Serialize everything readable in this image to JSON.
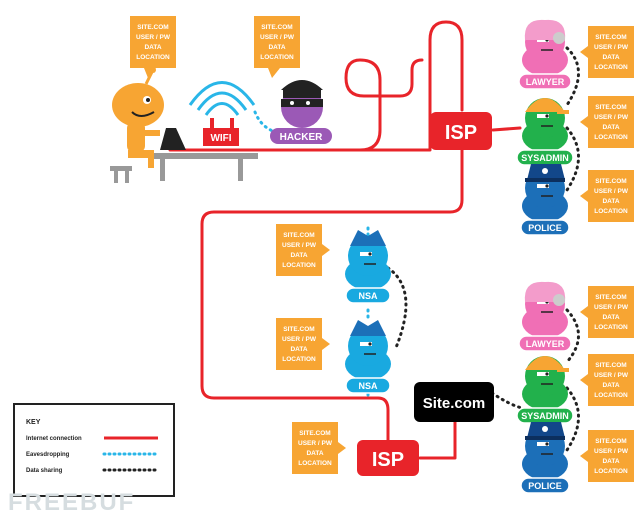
{
  "callout_lines": [
    "SITE.COM",
    "USER / PW",
    "DATA",
    "LOCATION"
  ],
  "callouts": [
    {
      "id": "user-callout"
    },
    {
      "id": "hacker-callout"
    },
    {
      "id": "lawyer-top-callout"
    },
    {
      "id": "sysadmin-top-callout"
    },
    {
      "id": "police-top-callout"
    },
    {
      "id": "nsa-top-callout"
    },
    {
      "id": "nsa-bottom-callout"
    },
    {
      "id": "isp-bottom-callout"
    },
    {
      "id": "lawyer-bottom-callout"
    },
    {
      "id": "sysadmin-bottom-callout"
    },
    {
      "id": "police-bottom-callout"
    }
  ],
  "nodes": {
    "wifi": "WIFI",
    "hacker": "HACKER",
    "isp_top": "ISP",
    "isp_bottom": "ISP",
    "site": "Site.com",
    "lawyer_top": "LAWYER",
    "sysadmin_top": "SYSADMIN",
    "police_top": "POLICE",
    "nsa_top": "NSA",
    "nsa_bottom": "NSA",
    "lawyer_bottom": "LAWYER",
    "sysadmin_bottom": "SYSADMIN",
    "police_bottom": "POLICE"
  },
  "key": {
    "title": "KEY",
    "items": [
      {
        "label": "Internet connection",
        "style": "solid",
        "color": "#e8242a"
      },
      {
        "label": "Eavesdropping",
        "style": "dotted",
        "color": "#29b6e8"
      },
      {
        "label": "Data sharing",
        "style": "dotted",
        "color": "#222222"
      }
    ]
  },
  "watermark": "FREEBUF",
  "colors": {
    "internet": "#e8242a",
    "eavesdrop": "#29b6e8",
    "sharing": "#222222",
    "callout": "#f7a533",
    "isp": "#e8242a",
    "hacker": "#9b59b6",
    "lawyer": "#f06fb5",
    "sysadmin": "#22b14c",
    "police": "#1c6fb8",
    "nsa": "#19a9e0",
    "user": "#f7a533",
    "hat": "#f7a533"
  }
}
